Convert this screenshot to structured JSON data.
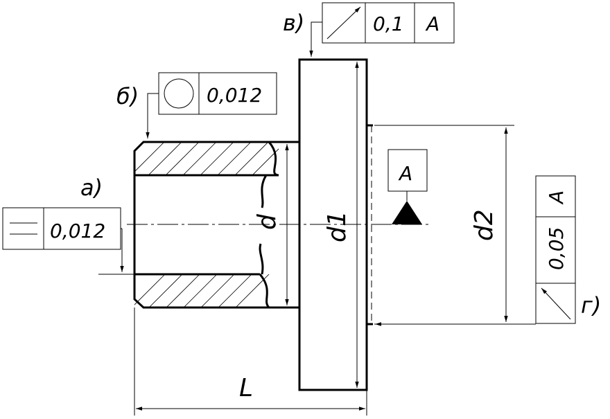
{
  "drawing": {
    "dimensions": {
      "length": "L",
      "bore": "d",
      "flange": "d1",
      "pilot": "d2"
    },
    "datum": {
      "letter": "A"
    },
    "callouts": {
      "a": {
        "marker": "а)",
        "symbol": "parallelism",
        "value": "0,012"
      },
      "b": {
        "marker": "б)",
        "symbol": "roundness",
        "value": "0,012"
      },
      "v": {
        "marker": "в)",
        "symbol": "runout",
        "value": "0,1",
        "datum": "A"
      },
      "g": {
        "marker": "г)",
        "symbol": "runout",
        "value": "0,05",
        "datum": "A"
      }
    }
  }
}
